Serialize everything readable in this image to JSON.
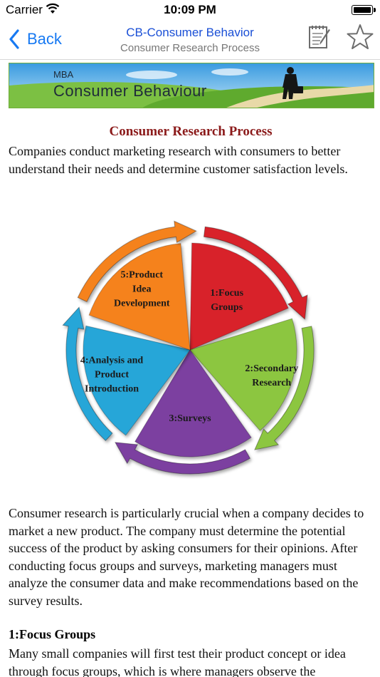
{
  "status_bar": {
    "carrier": "Carrier",
    "time": "10:09 PM"
  },
  "nav": {
    "back_label": "Back",
    "title": "CB-Consumer Behavior",
    "subtitle": "Consumer Research Process",
    "icons": [
      "chevron-left-icon",
      "notes-edit-icon",
      "star-icon"
    ],
    "accent_color": "#1779f2"
  },
  "banner": {
    "kicker": "MBA",
    "title": "Consumer Behaviour"
  },
  "article": {
    "heading": "Consumer Research Process",
    "intro": "Companies conduct marketing research with consumers to better understand their needs and determine customer satisfaction levels.",
    "diagram": {
      "segments": [
        {
          "line1": "1:Focus",
          "line2": "Groups",
          "line3": "",
          "color": "#d8232a"
        },
        {
          "line1": "2:Secondary",
          "line2": "Research",
          "line3": "",
          "color": "#8cc63f"
        },
        {
          "line1": "3:Surveys",
          "line2": "",
          "line3": "",
          "color": "#7b3fa0"
        },
        {
          "line1": "4:Analysis and",
          "line2": "Product",
          "line3": "Introduction",
          "color": "#27a6d8"
        },
        {
          "line1": "5:Product",
          "line2": "Idea",
          "line3": "Development",
          "color": "#f5821f"
        }
      ]
    },
    "body": "Consumer research is particularly crucial when a company decides to market a new product. The company must determine the potential success of the product by asking consumers for their opinions. After conducting focus groups and surveys, marketing managers must analyze the consumer data and make recommendations based on the survey results.",
    "section_heading": "1:Focus Groups",
    "section_body": "Many small companies will first test their product concept or idea through focus groups, which is where managers observe the"
  }
}
